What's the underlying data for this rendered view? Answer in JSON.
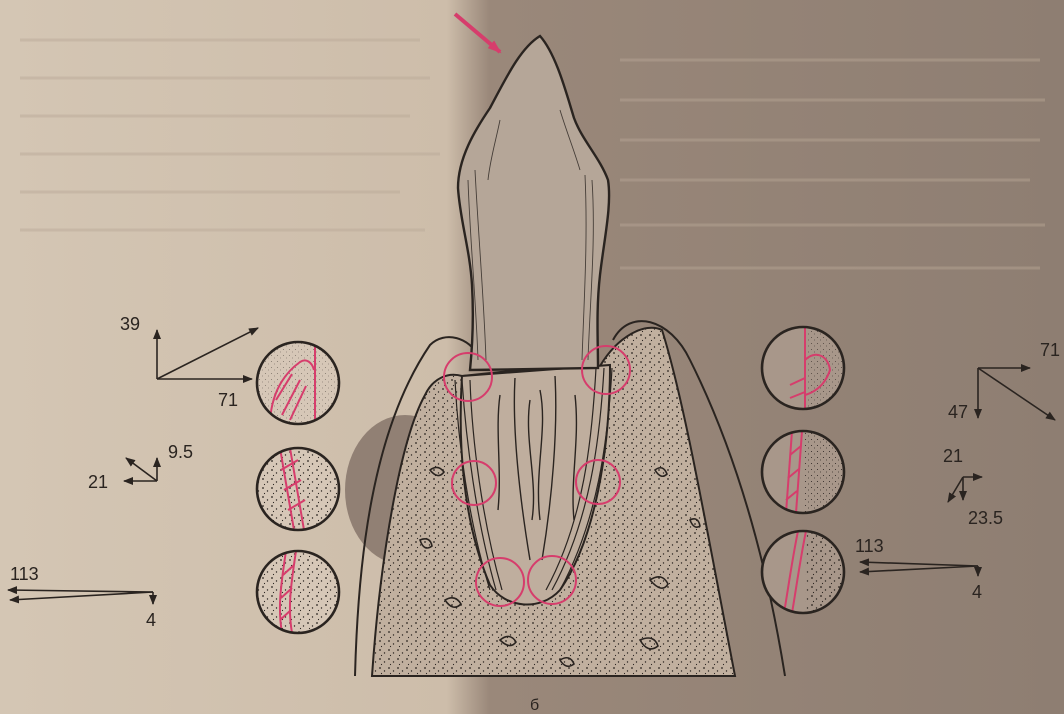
{
  "colors": {
    "paper_light": "#d2c3b1",
    "paper_shadow": "#8f7d70",
    "ink": "#2a2420",
    "accent_pink": "#d63d6c",
    "tooth_fill": "#b8a99b",
    "bone_fill": "#c7b6a5"
  },
  "left_labels": {
    "v1_up": "39",
    "v1_right": "71",
    "v2_up": "9.5",
    "v2_left": "21",
    "v3_left": "113",
    "v3_down": "4"
  },
  "right_labels": {
    "v1_up": "71",
    "v1_down": "47",
    "v2_left": "21",
    "v2_down": "23.5",
    "v3_left": "113",
    "v3_down": "4"
  },
  "caption": "б",
  "icons": {
    "force_arrow": "arrow-icon",
    "fiber_detail": "magnified-circle-icon"
  }
}
